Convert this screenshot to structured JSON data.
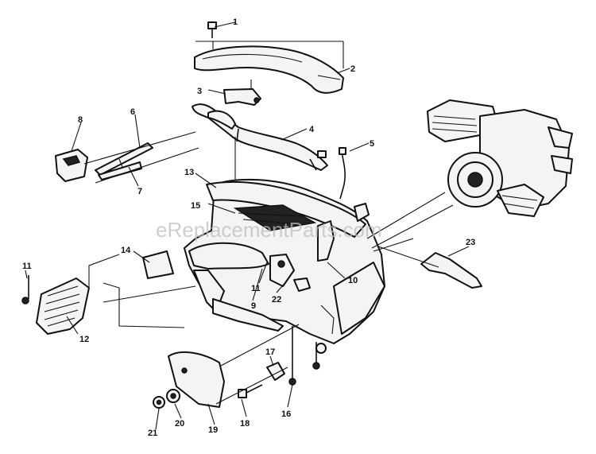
{
  "watermark": "eReplacementParts.com",
  "callouts": [
    {
      "id": "1",
      "label": "1"
    },
    {
      "id": "2",
      "label": "2"
    },
    {
      "id": "3",
      "label": "3"
    },
    {
      "id": "4",
      "label": "4"
    },
    {
      "id": "5",
      "label": "5"
    },
    {
      "id": "6",
      "label": "6"
    },
    {
      "id": "7",
      "label": "7"
    },
    {
      "id": "8",
      "label": "8"
    },
    {
      "id": "9",
      "label": "9"
    },
    {
      "id": "10",
      "label": "10"
    },
    {
      "id": "11a",
      "label": "11"
    },
    {
      "id": "11b",
      "label": "11"
    },
    {
      "id": "12",
      "label": "12"
    },
    {
      "id": "13",
      "label": "13"
    },
    {
      "id": "14",
      "label": "14"
    },
    {
      "id": "15",
      "label": "15"
    },
    {
      "id": "16",
      "label": "16"
    },
    {
      "id": "17",
      "label": "17"
    },
    {
      "id": "18",
      "label": "18"
    },
    {
      "id": "19",
      "label": "19"
    },
    {
      "id": "20",
      "label": "20"
    },
    {
      "id": "21",
      "label": "21"
    },
    {
      "id": "22",
      "label": "22"
    },
    {
      "id": "23",
      "label": "23"
    }
  ]
}
